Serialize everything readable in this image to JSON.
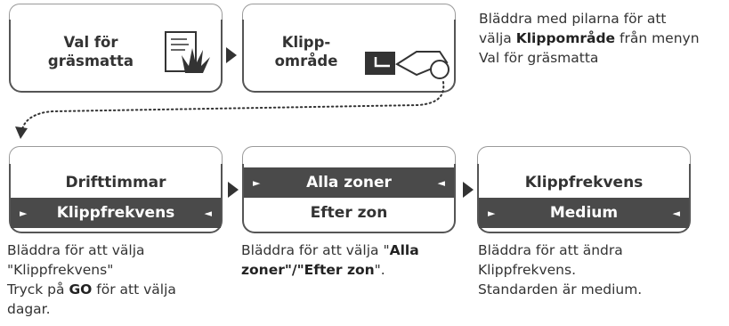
{
  "top_row": {
    "panel1_label_line1": "Val för",
    "panel1_label_line2": "gräsmatta",
    "panel2_label_line1": "Klipp-",
    "panel2_label_line2": "område"
  },
  "top_caption": {
    "line1": "Bläddra med pilarna för att",
    "line2_pre": "välja ",
    "line2_bold": "Klippområde",
    "line2_post": " från menyn",
    "line3": "Val för gräsmatta"
  },
  "bottom_panels": [
    {
      "row1": "Drifttimmar",
      "row2": "Klippfrekvens",
      "highlight": 2
    },
    {
      "row1": "Alla zoner",
      "row2": "Efter zon",
      "highlight": 1
    },
    {
      "row1": "Klippfrekvens",
      "row2": "Medium",
      "highlight": 2
    }
  ],
  "captions": {
    "c1": {
      "line1": "Bläddra för att välja",
      "line2": "\"Klippfrekvens\"",
      "line3_pre": "Tryck på ",
      "line3_bold": "GO",
      "line3_post": " för att välja",
      "line4": "dagar."
    },
    "c2": {
      "line1_pre": "Bläddra för att välja \"",
      "line1_bold": "Alla",
      "line2_bold": "zoner\"/\"Efter zon",
      "line2_post": "\"."
    },
    "c3": {
      "line1": "Bläddra för att ändra",
      "line2": "Klippfrekvens.",
      "line3": "Standarden är medium."
    }
  },
  "colors": {
    "highlight_bg": "#4a4a4a",
    "text": "#333333"
  }
}
